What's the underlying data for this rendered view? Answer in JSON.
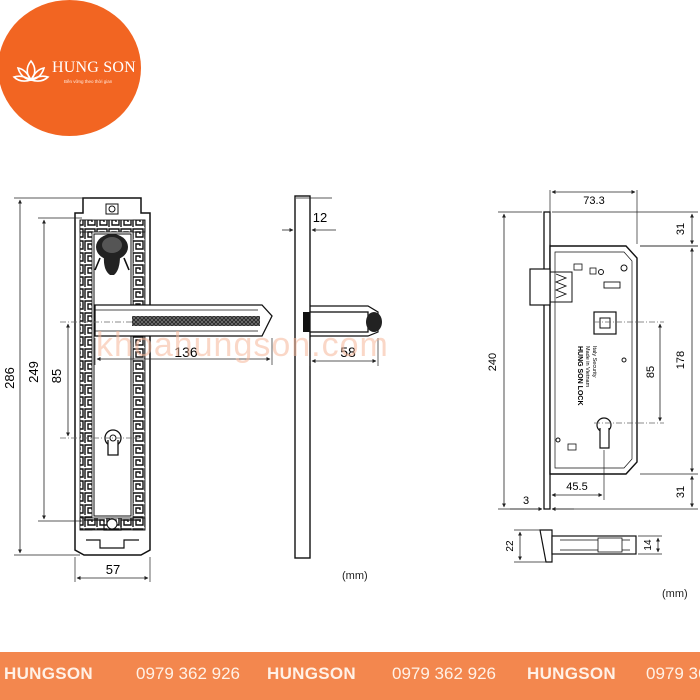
{
  "logo": {
    "name": "HUNG SON",
    "tagline": "Bền vững theo thời gian"
  },
  "watermark": "khoahungson.com",
  "units": [
    "(mm)",
    "(mm)"
  ],
  "dimensions": {
    "handle_height": "286",
    "rose_height": "249",
    "center_distance": "85",
    "handle_length": "136",
    "plate_width": "57",
    "plate_thickness": "12",
    "handle_projection": "58",
    "case_width": "73.3",
    "case_top_offset": "31",
    "case_height": "240",
    "faceplate_height": "178",
    "lock_center_distance": "85",
    "backset": "45.5",
    "faceplate_thickness": "3",
    "case_bottom_offset": "31",
    "latch_height": "22",
    "latch_depth": "14"
  },
  "lock_body_text": [
    "HUNG SON LOCK",
    "Made in Vietnam",
    "Italy Security"
  ],
  "footer": {
    "items": [
      "HUNGSON",
      "0979 362 926",
      "HUNGSON",
      "0979 362 926",
      "HUNGSON",
      "0979 36"
    ]
  },
  "colors": {
    "brand_orange": "#f26522",
    "footer_orange": "#f3874e"
  }
}
